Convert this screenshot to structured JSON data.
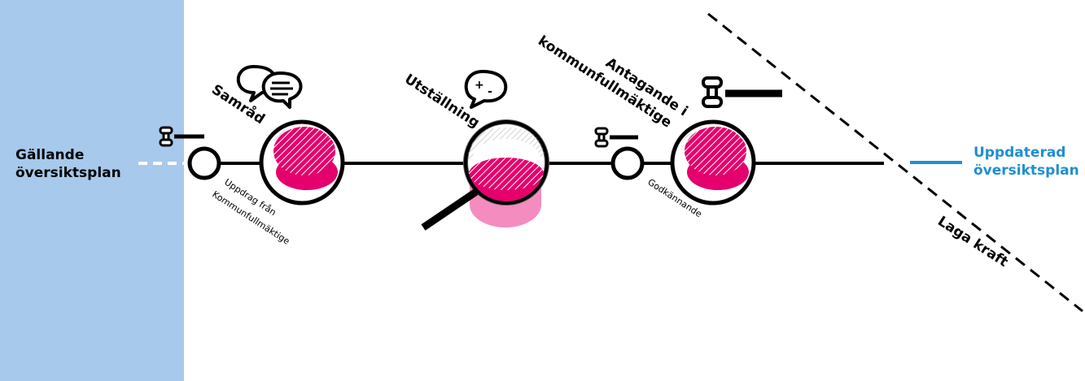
{
  "start_label": {
    "line1": "Gällande",
    "line2": "översiktsplan"
  },
  "end_label": {
    "line1": "Uppdaterad",
    "line2": "översiktsplan"
  },
  "steps": {
    "uppdrag": {
      "line1": "Uppdrag från",
      "line2": "Kommunfullmäktige"
    },
    "samrad": "Samråd",
    "utstallning": "Utställning",
    "godkannande": "Godkännande",
    "antagande": {
      "line1": "Antagande i",
      "line2": "kommunfullmäktige"
    },
    "laga_kraft": "Laga kraft"
  },
  "icons": {
    "utstallning_bubble_plus": "+",
    "utstallning_bubble_minus": "-"
  },
  "colors": {
    "panel": "#a7c9ec",
    "accent": "#e5006d",
    "accent_light": "#f48cbf",
    "blue": "#1f8fd1",
    "line": "#000000"
  }
}
